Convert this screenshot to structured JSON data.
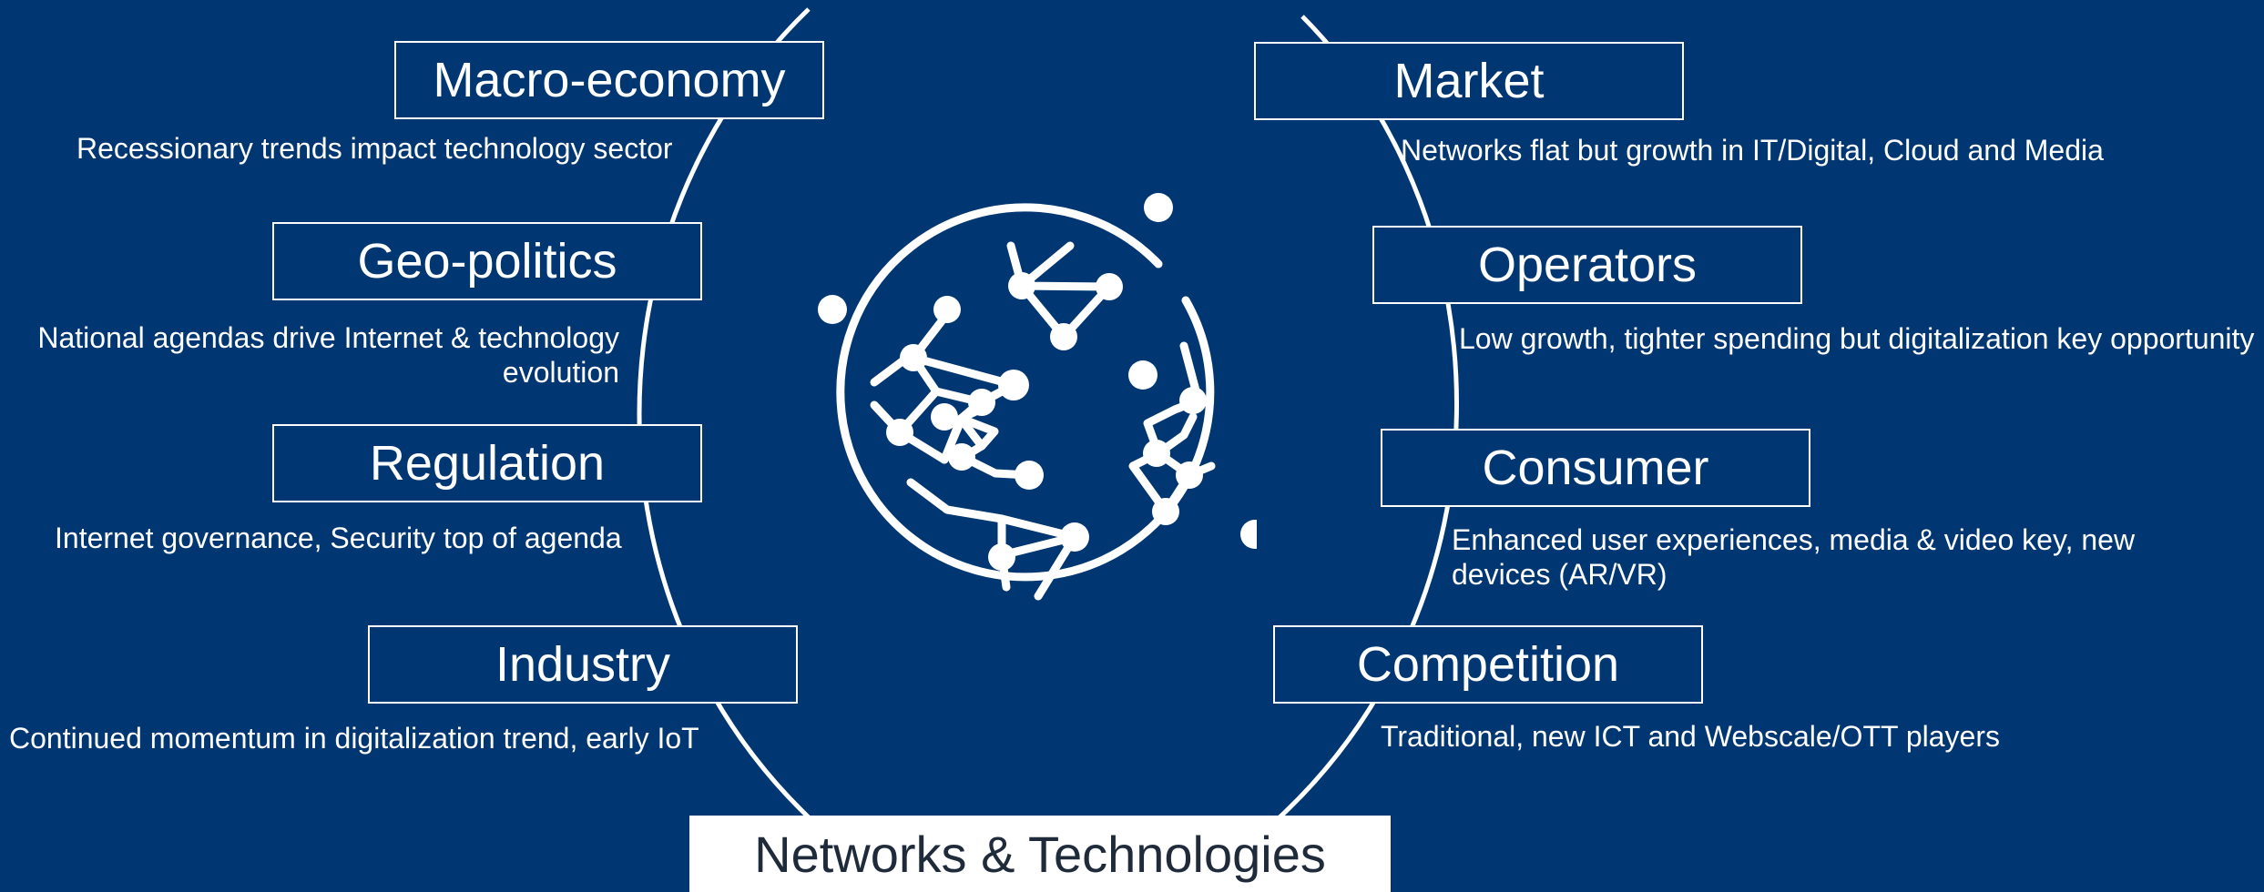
{
  "colors": {
    "background": "#003672",
    "foreground": "#ffffff",
    "bottom_text": "#1f2b3a"
  },
  "center": {
    "label": "Networks & Technologies",
    "icon": "globe-network-icon"
  },
  "left": [
    {
      "title": "Macro-economy",
      "description": "Recessionary trends impact technology sector"
    },
    {
      "title": "Geo-politics",
      "description": "National agendas drive Internet & technology evolution"
    },
    {
      "title": "Regulation",
      "description": "Internet governance, Security top of agenda"
    },
    {
      "title": "Industry",
      "description": "Continued momentum in digitalization trend, early IoT"
    }
  ],
  "right": [
    {
      "title": "Market",
      "description": "Networks flat but growth in IT/Digital, Cloud and Media"
    },
    {
      "title": "Operators",
      "description": "Low growth, tighter spending but digitalization key opportunity"
    },
    {
      "title": "Consumer",
      "description": "Enhanced user experiences, media & video key, new devices (AR/VR)"
    },
    {
      "title": "Competition",
      "description": "Traditional, new ICT and Webscale/OTT players"
    }
  ]
}
